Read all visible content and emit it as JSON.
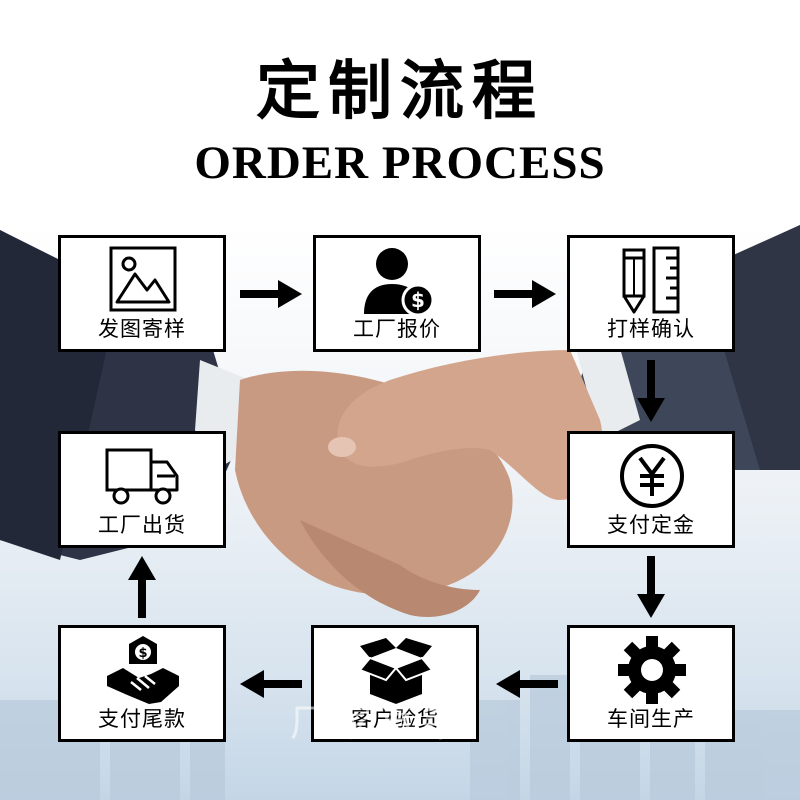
{
  "title_cn": "定制流程",
  "title_en": "ORDER PROCESS",
  "steps": [
    {
      "label": "发图寄样",
      "icon": "image-icon"
    },
    {
      "label": "工厂报价",
      "icon": "user-dollar-icon"
    },
    {
      "label": "打样确认",
      "icon": "pencil-ruler-icon"
    },
    {
      "label": "支付定金",
      "icon": "yen-coin-icon"
    },
    {
      "label": "车间生产",
      "icon": "gear-icon"
    },
    {
      "label": "客户验货",
      "icon": "open-box-icon"
    },
    {
      "label": "支付尾款",
      "icon": "money-handshake-icon"
    },
    {
      "label": "工厂出货",
      "icon": "delivery-truck-icon"
    }
  ],
  "watermark": "厂家直销"
}
